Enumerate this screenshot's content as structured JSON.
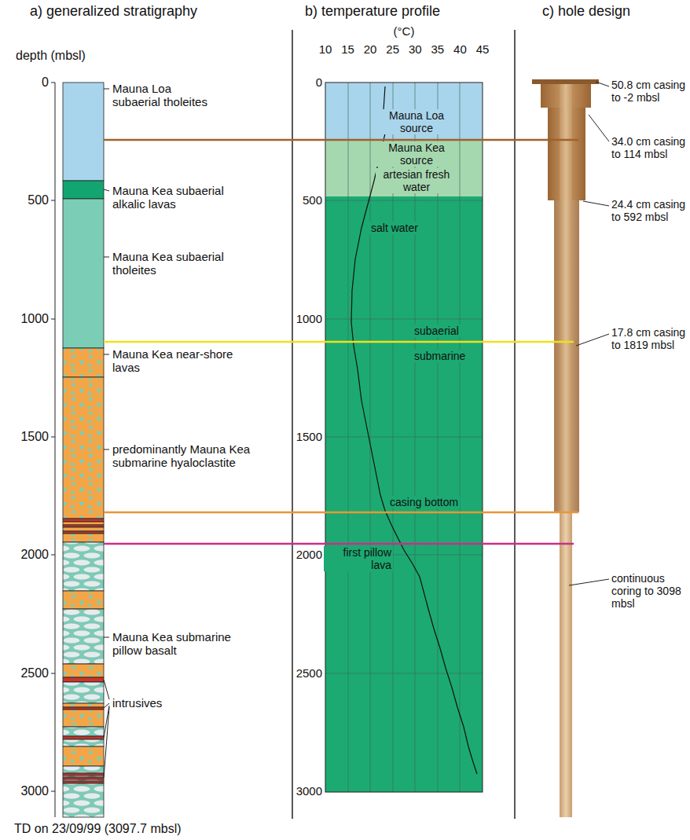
{
  "diagram": {
    "nodes": [
      {
        "text": [
          "Mauna Loa source"
        ]
      },
      {
        "text": [
          "Mauna Kea source",
          "artesian fresh water"
        ]
      },
      {
        "text": [
          "salt water",
          "subaerial",
          "submarine",
          "casing bottom",
          "first pillow lava"
        ]
      }
    ],
    "labels": [
      "a) generalized stratigraphy",
      "b) temperature profile",
      "c) hole design",
      "depth (mbsl)",
      "0",
      "500",
      "1000",
      "1500",
      "2000",
      "2500",
      "3000",
      "Mauna Loa subaerial tholeites",
      "Mauna Kea subaerial alkalic lavas",
      "Mauna Kea subaerial tholeites",
      "Mauna Kea near-shore lavas",
      "predominantly Mauna Kea submarine hyaloclastite",
      "Mauna Kea submarine pillow basalt",
      "intrusives",
      "TD on 23/09/99 (3097.7 mbsl)",
      "(°C)",
      "10",
      "15",
      "20",
      "25",
      "30",
      "35",
      "40",
      "45",
      "0",
      "500",
      "1000",
      "1500",
      "2000",
      "2500",
      "3000",
      "50.8 cm casing to -2 mbsl",
      "34.0 cm casing to 114 mbsl",
      "24.4 cm casing to 592 mbsl",
      "17.8 cm casing to 1819 mbsl",
      "continuous coring to 3098 mbsl"
    ]
  }
}
